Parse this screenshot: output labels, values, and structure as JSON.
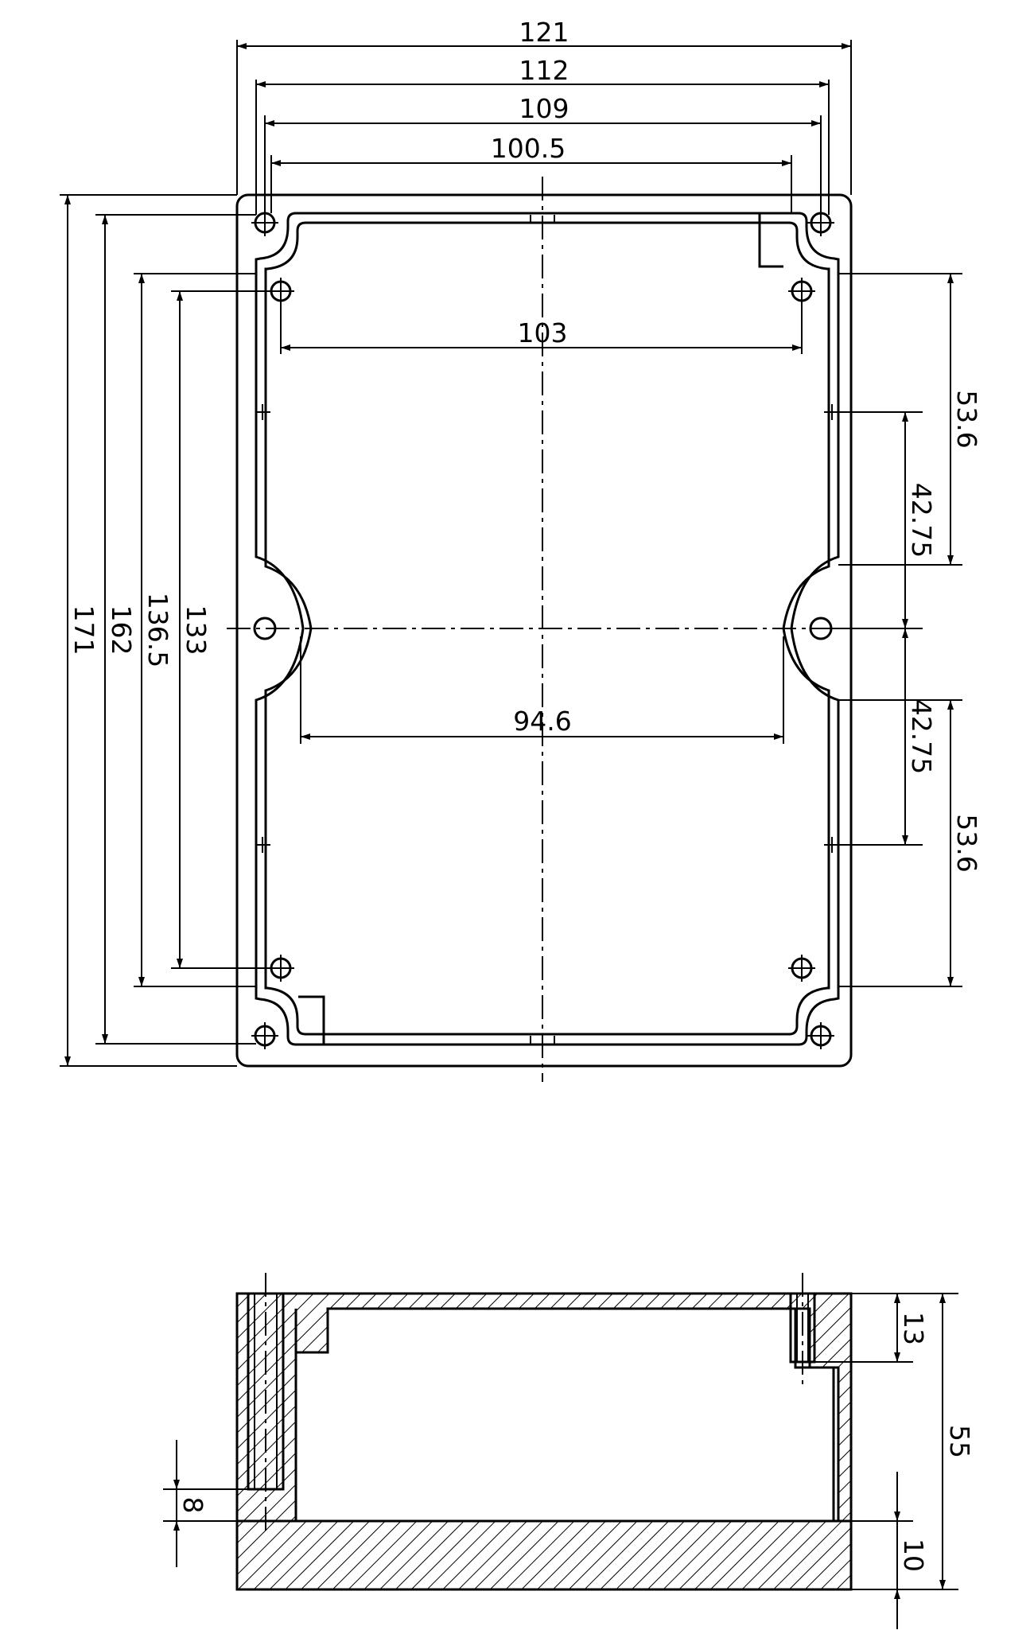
{
  "top_view": {
    "horizontal_dims": [
      "121",
      "112",
      "109",
      "100.5",
      "103",
      "94.6"
    ],
    "left_dims": [
      "171",
      "162",
      "136.5",
      "133"
    ],
    "right_dims": [
      "53.6",
      "42.75",
      "42.75",
      "53.6"
    ]
  },
  "side_view": {
    "dims": [
      "13",
      "55",
      "8",
      "10"
    ]
  }
}
